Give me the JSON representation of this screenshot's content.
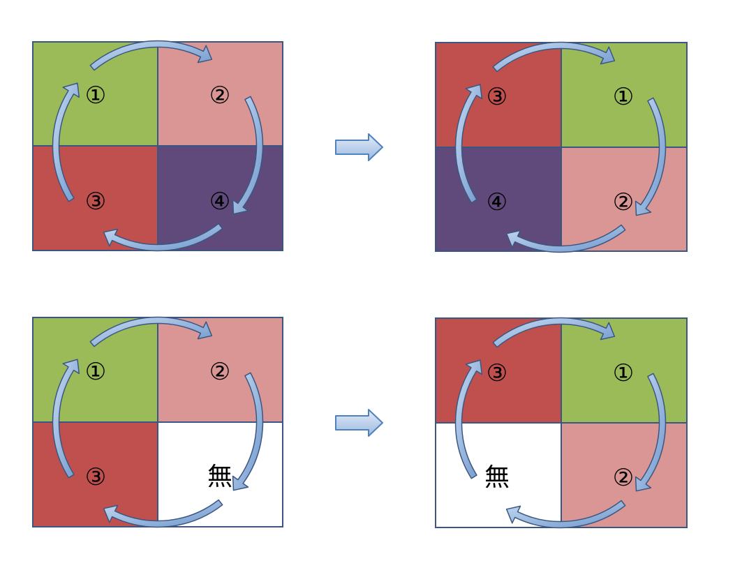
{
  "colors": {
    "green": "#9bbb59",
    "pink": "#d99694",
    "red": "#c0504d",
    "purple": "#604a7b",
    "white": "#ffffff",
    "border": "#3b5680",
    "arrow_fill": "#8db3e2",
    "arrow_stroke": "#3b5680"
  },
  "panels": [
    {
      "cells": [
        {
          "color": "green",
          "label": "①"
        },
        {
          "color": "pink",
          "label": "②"
        },
        {
          "color": "red",
          "label": "③"
        },
        {
          "color": "purple",
          "label": "④"
        }
      ]
    },
    {
      "cells": [
        {
          "color": "red",
          "label": "③"
        },
        {
          "color": "green",
          "label": "①"
        },
        {
          "color": "purple",
          "label": "④"
        },
        {
          "color": "pink",
          "label": "②"
        }
      ]
    },
    {
      "cells": [
        {
          "color": "green",
          "label": "①"
        },
        {
          "color": "pink",
          "label": "②"
        },
        {
          "color": "red",
          "label": "③"
        },
        {
          "color": "white",
          "label": "無"
        }
      ]
    },
    {
      "cells": [
        {
          "color": "red",
          "label": "③"
        },
        {
          "color": "green",
          "label": "①"
        },
        {
          "color": "white",
          "label": "無"
        },
        {
          "color": "pink",
          "label": "②"
        }
      ]
    }
  ],
  "transition_icon": "right-arrow-icon",
  "rotation_icon": "clockwise-rotation-arrows-icon"
}
